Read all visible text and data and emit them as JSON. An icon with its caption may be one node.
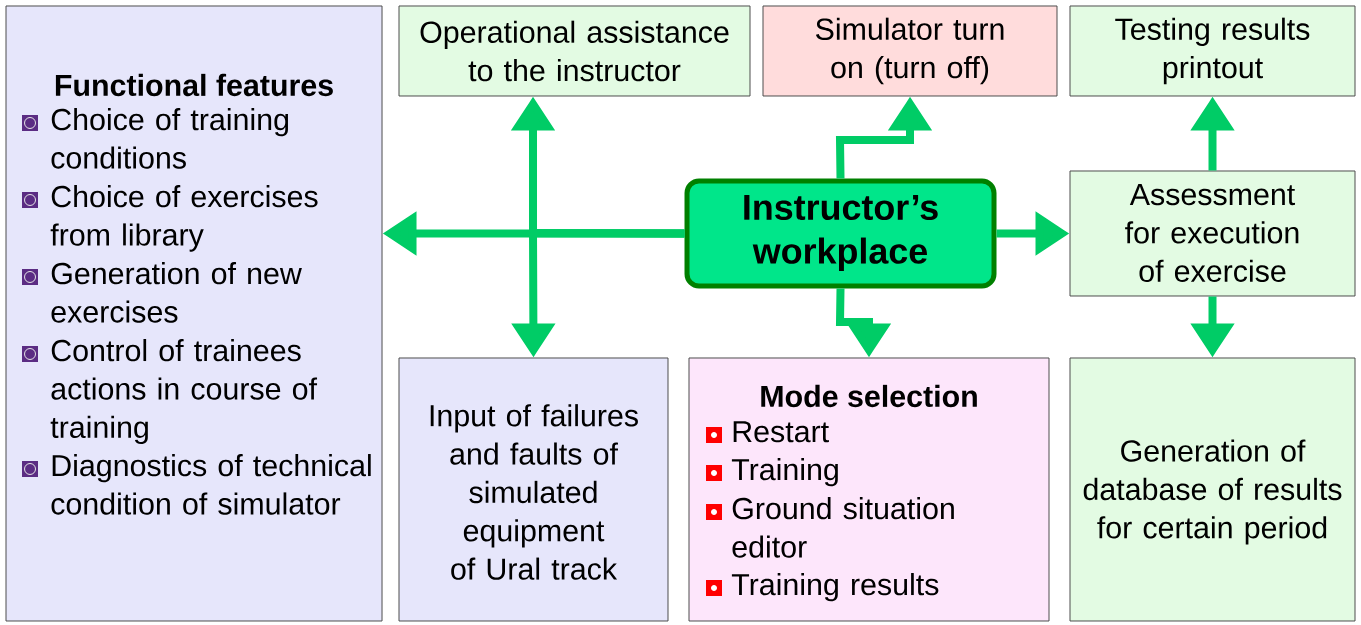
{
  "diagram": {
    "nodes": [
      {
        "text": [
          "Functional features",
          "Choice of training conditions",
          "Choice of exercises from library",
          "Generation of new exercises",
          "Control of trainees actions in course of training",
          "Diagnostics of technical condition of simulator"
        ]
      },
      {
        "text": [
          "Operational assistance to the instructor"
        ]
      },
      {
        "text": [
          "Simulator turn on (turn off)"
        ]
      },
      {
        "text": [
          "Testing results printout"
        ]
      },
      {
        "text": [
          "Instructor’s workplace"
        ]
      },
      {
        "text": [
          "Assessment for execution of exercise"
        ]
      },
      {
        "text": [
          "Input of failures and faults of simulated equipment of Ural track"
        ]
      },
      {
        "text": [
          "Mode selection",
          "Restart",
          "Training",
          "Ground situation editor",
          "Training results"
        ]
      },
      {
        "text": [
          "Generation of database of results for certain period"
        ]
      }
    ],
    "edges": [
      {
        "from": 4,
        "to": 0,
        "arrow": "to"
      },
      {
        "from": 4,
        "to": 1,
        "arrow": "to"
      },
      {
        "from": 4,
        "to": 6,
        "arrow": "to"
      },
      {
        "from": 4,
        "to": 2,
        "arrow": "to"
      },
      {
        "from": 4,
        "to": 5,
        "arrow": "to"
      },
      {
        "from": 4,
        "to": 7,
        "arrow": "to"
      },
      {
        "from": 5,
        "to": 3,
        "arrow": "to"
      },
      {
        "from": 5,
        "to": 8,
        "arrow": "to"
      }
    ]
  }
}
